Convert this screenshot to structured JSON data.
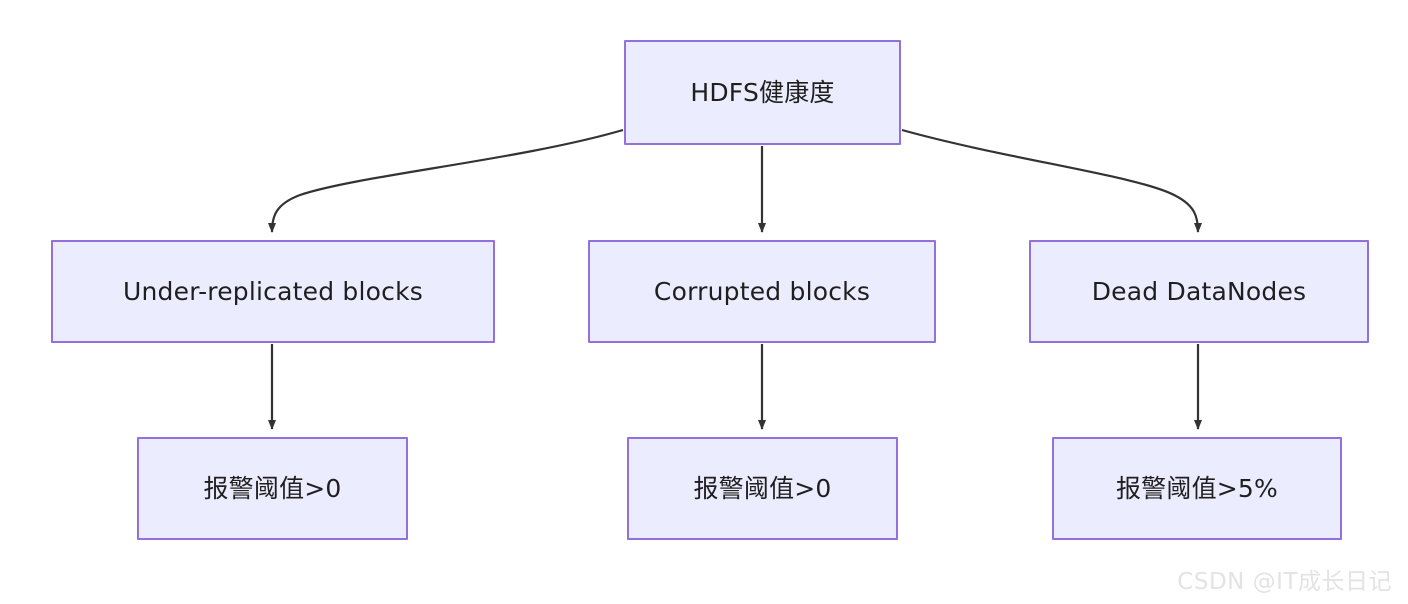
{
  "diagram": {
    "type": "flowchart",
    "direction": "top-down",
    "theme": {
      "node_fill": "#ececff",
      "node_border": "#9370db",
      "edge_color": "#333333",
      "text_color": "#1f1f1f",
      "background": "#ffffff"
    },
    "nodes": [
      {
        "id": "root",
        "label": "HDFS健康度",
        "level": 0
      },
      {
        "id": "b1",
        "label": "Under-replicated blocks",
        "level": 1
      },
      {
        "id": "b2",
        "label": "Corrupted blocks",
        "level": 1
      },
      {
        "id": "b3",
        "label": "Dead DataNodes",
        "level": 1
      },
      {
        "id": "l1",
        "label": "报警阈值>0",
        "level": 2
      },
      {
        "id": "l2",
        "label": "报警阈值>0",
        "level": 2
      },
      {
        "id": "l3",
        "label": "报警阈值>5%",
        "level": 2
      }
    ],
    "edges": [
      {
        "from": "root",
        "to": "b1",
        "style": "curved-arrow"
      },
      {
        "from": "root",
        "to": "b2",
        "style": "straight-arrow"
      },
      {
        "from": "root",
        "to": "b3",
        "style": "curved-arrow"
      },
      {
        "from": "b1",
        "to": "l1",
        "style": "straight-arrow"
      },
      {
        "from": "b2",
        "to": "l2",
        "style": "straight-arrow"
      },
      {
        "from": "b3",
        "to": "l3",
        "style": "straight-arrow"
      }
    ]
  },
  "watermark": {
    "text": "CSDN @IT成长日记"
  }
}
